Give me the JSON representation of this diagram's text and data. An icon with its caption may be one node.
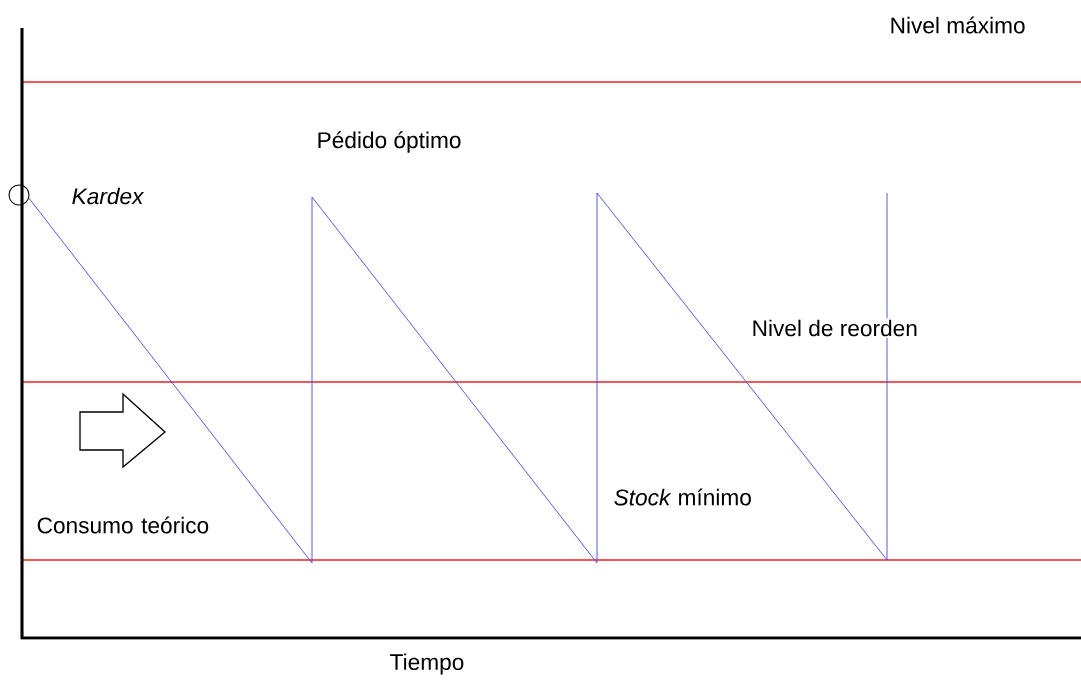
{
  "diagram": {
    "labels": [
      "Nivel máximo",
      "Pédido óptimo",
      "Kardex",
      "Nivel de reorden",
      "Consumo teórico",
      "*Stock* mínimo",
      "Tiempo"
    ]
  }
}
